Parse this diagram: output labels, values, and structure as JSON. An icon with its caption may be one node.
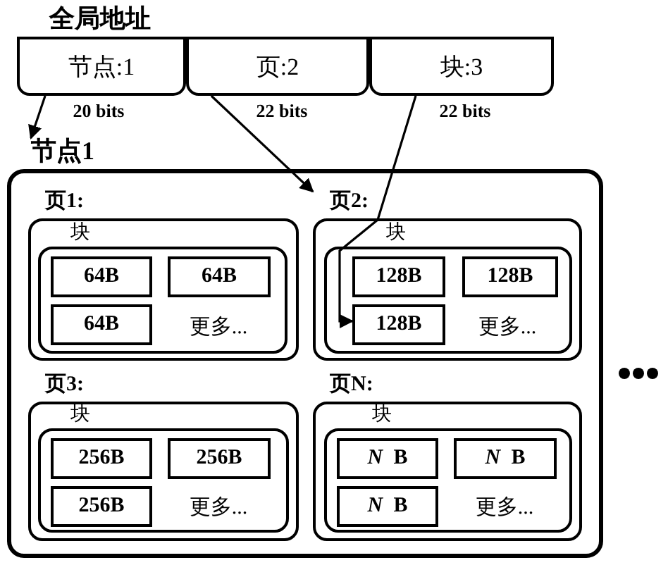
{
  "diagram": {
    "nodes": [
      {
        "text": [
          "全局地址"
        ]
      },
      {
        "text": [
          "节点:1"
        ],
        "in": 0,
        "beside": [
          "20 bits"
        ]
      },
      {
        "text": [
          "页:2"
        ],
        "in": 0,
        "beside": [
          "22 bits"
        ]
      },
      {
        "text": [
          "块:3"
        ],
        "in": 0,
        "beside": [
          "22 bits"
        ]
      },
      {
        "text": [
          "节点1"
        ]
      },
      {
        "text": [
          "页1:"
        ],
        "in": 4
      },
      {
        "text": [
          "块",
          "更多..."
        ],
        "in": 5
      },
      {
        "text": [
          "64B"
        ],
        "in": 6
      },
      {
        "text": [
          "64B"
        ],
        "in": 6
      },
      {
        "text": [
          "64B"
        ],
        "in": 6
      },
      {
        "text": [
          "页2:"
        ],
        "in": 4
      },
      {
        "text": [
          "块",
          "更多..."
        ],
        "in": 10
      },
      {
        "text": [
          "128B"
        ],
        "in": 11
      },
      {
        "text": [
          "128B"
        ],
        "in": 11
      },
      {
        "text": [
          "128B"
        ],
        "in": 11
      },
      {
        "text": [
          "页3:"
        ],
        "in": 4
      },
      {
        "text": [
          "块",
          "更多..."
        ],
        "in": 15
      },
      {
        "text": [
          "256B"
        ],
        "in": 16
      },
      {
        "text": [
          "256B"
        ],
        "in": 16
      },
      {
        "text": [
          "256B"
        ],
        "in": 16
      },
      {
        "text": [
          "页N:"
        ],
        "in": 4
      },
      {
        "text": [
          "块",
          "更多..."
        ],
        "in": 20
      },
      {
        "text": [
          "*N* B"
        ],
        "in": 21
      },
      {
        "text": [
          "*N* B"
        ],
        "in": 21
      },
      {
        "text": [
          "*N* B"
        ],
        "in": 21
      }
    ],
    "edges": [
      {
        "from": 1,
        "to": 4,
        "arrow": "to"
      },
      {
        "from": 2,
        "to": 10,
        "arrow": "to"
      },
      {
        "from": 3,
        "to": 14,
        "arrow": "to"
      }
    ]
  }
}
